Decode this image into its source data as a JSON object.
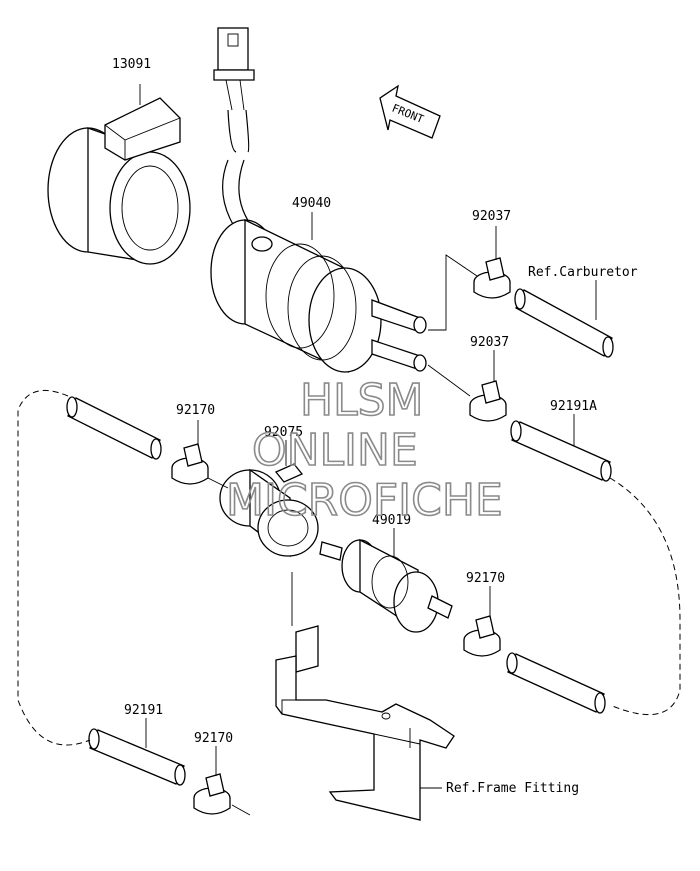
{
  "parts": {
    "p13091": "13091",
    "p49040": "49040",
    "p92037a": "92037",
    "p92037b": "92037",
    "p92170a": "92170",
    "p92075": "92075",
    "p92191a": "92191A",
    "p49019": "49019",
    "p92170b": "92170",
    "p92191": "92191",
    "p92170c": "92170"
  },
  "refs": {
    "carburetor": "Ref.Carburetor",
    "frame_fitting": "Ref.Frame Fitting"
  },
  "front_arrow": "FRONT",
  "watermark": {
    "line1": "HLSM",
    "line2": "ONLINE",
    "line3": "MICROFICHE"
  }
}
